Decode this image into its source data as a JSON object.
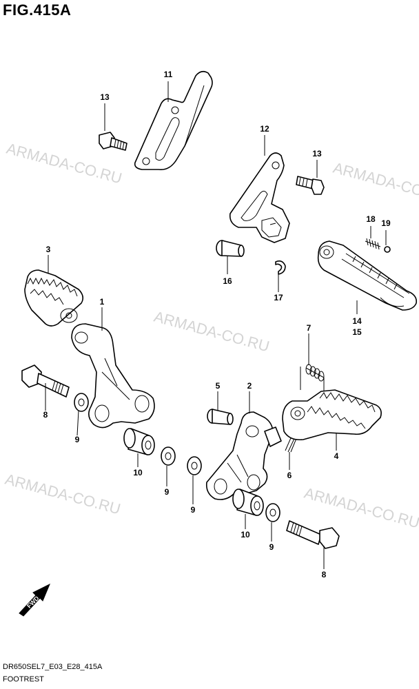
{
  "figure": {
    "title": "FIG.415A"
  },
  "footer": {
    "code": "DR650SEL7_E03_E28_415A",
    "name": "FOOTREST"
  },
  "watermark": {
    "text": "ARMADA-CO.RU"
  },
  "fwd_label": "FWD",
  "callouts": [
    {
      "id": "11",
      "label": "11"
    },
    {
      "id": "13a",
      "label": "13"
    },
    {
      "id": "12",
      "label": "12"
    },
    {
      "id": "13b",
      "label": "13"
    },
    {
      "id": "18",
      "label": "18"
    },
    {
      "id": "19",
      "label": "19"
    },
    {
      "id": "16",
      "label": "16"
    },
    {
      "id": "17",
      "label": "17"
    },
    {
      "id": "14",
      "label": "14"
    },
    {
      "id": "15",
      "label": "15"
    },
    {
      "id": "3",
      "label": "3"
    },
    {
      "id": "1",
      "label": "1"
    },
    {
      "id": "7",
      "label": "7"
    },
    {
      "id": "8a",
      "label": "8"
    },
    {
      "id": "9a",
      "label": "9"
    },
    {
      "id": "10a",
      "label": "10"
    },
    {
      "id": "9b",
      "label": "9"
    },
    {
      "id": "5",
      "label": "5"
    },
    {
      "id": "2",
      "label": "2"
    },
    {
      "id": "6",
      "label": "6"
    },
    {
      "id": "4",
      "label": "4"
    },
    {
      "id": "9c",
      "label": "9"
    },
    {
      "id": "10b",
      "label": "10"
    },
    {
      "id": "9d",
      "label": "9"
    },
    {
      "id": "8b",
      "label": "8"
    }
  ]
}
